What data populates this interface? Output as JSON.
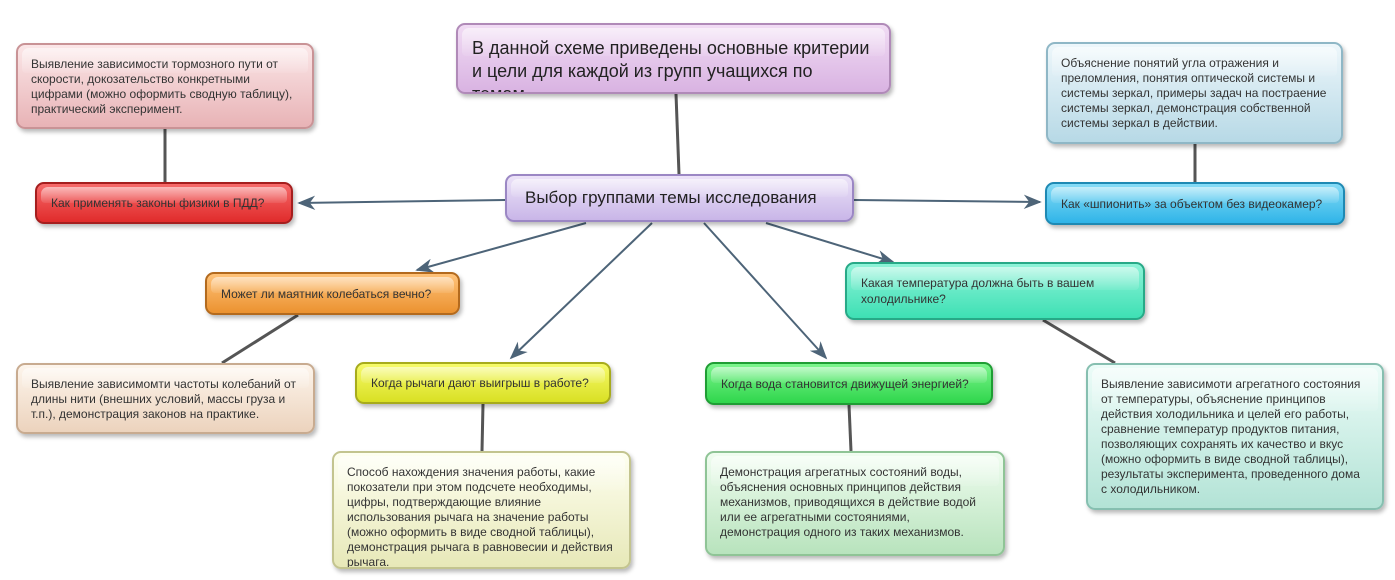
{
  "diagram": {
    "title_note": "В данной схеме приведены основные критерии и цели для каждой из групп учащихся по темам.",
    "central_topic": "Выбор группами темы исследования",
    "colors": {
      "arrow": "#4d6478",
      "connector": "#555555",
      "red": "#e53a3a",
      "blue": "#3fbbea",
      "orange": "#f0a040",
      "teal": "#48e3b9",
      "yellow": "#e6eb3a",
      "green": "#3bdc57",
      "title_purple": "#e2c4ea",
      "center_purple": "#d8caf0"
    },
    "topics": [
      {
        "id": "red",
        "question": "Как применять законы физики в ПДД?",
        "description": "Выявление зависимости тормозного пути от скорости, докозательство конкретными цифрами (можно оформить сводную таблицу), практический эксперимент."
      },
      {
        "id": "blue",
        "question": "Как «шпионить» за объектом без видеокамер?",
        "description": "Объяснение понятий угла отражения и преломления, понятия оптической системы и системы зеркал, примеры задач на постраение системы зеркал, демонстрация собственной системы зеркал в действии."
      },
      {
        "id": "orange",
        "question": "Может ли маятник колебаться вечно?",
        "description": "Выявление зависимомти частоты колебаний от длины нити (внешних условий, массы груза и т.п.), демонстрация законов на практике."
      },
      {
        "id": "teal",
        "question": "Какая температура должна быть в вашем холодильнике?",
        "description": "Выявление зависимоти агрегатного состояния от температуры, объяснение принципов действия холодильника и целей его работы, сравнение температур продуктов питания, позволяющих сохранять их качество и вкус (можно оформить в виде сводной таблицы), результаты эксперимента, проведенного дома с холодильником."
      },
      {
        "id": "yellow",
        "question": "Когда рычаги дают выигрыш в работе?",
        "description": "Способ нахождения значения работы, какие покозатели при этом подсчете необходимы, цифры, подтверждающие влияние использования рычага на значение работы (можно оформить в виде сводной таблицы), демонстрация рычага в равновесии и действия рычага."
      },
      {
        "id": "green",
        "question": "Когда вода становится движущей энергией?",
        "description": "Демонстрация агрегатных состояний воды, объяснения основных принципов действия механизмов, приводящихся в действие водой или ее агрегатными состояниями, демонстрация одного из таких механизмов."
      }
    ]
  }
}
